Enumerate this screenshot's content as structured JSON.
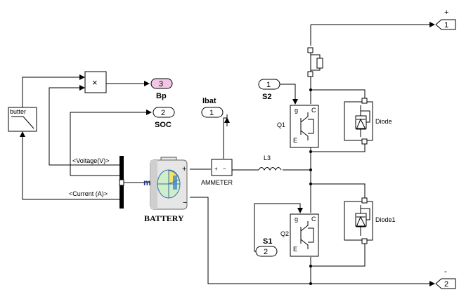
{
  "blocks": {
    "butter": "butter",
    "product_symbol": "×",
    "battery": "BATTERY",
    "battery_m": "m",
    "battery_plus": "+",
    "battery_minus": "−",
    "ammeter": "AMMETER",
    "ammeter_plus": "+",
    "ammeter_minus": "−",
    "inductor": "L3",
    "switch_q1": "Q1",
    "switch_q2": "Q2",
    "diode": "Diode",
    "diode1": "Diode1",
    "pin_g": "g",
    "pin_c": "C",
    "pin_e": "E"
  },
  "bus_signals": {
    "voltage": "<Voltage(V)>",
    "current": "<Current (A)>"
  },
  "ports": {
    "bp": {
      "number": "3",
      "name": "Bp",
      "color": "#f3c6e6"
    },
    "soc": {
      "number": "2",
      "name": "SOC"
    },
    "ibat": {
      "number": "1",
      "name": "Ibat"
    },
    "s2": {
      "number": "1",
      "name": "S2"
    },
    "s1": {
      "number": "2",
      "name": "S1"
    },
    "out_plus": {
      "number": "1",
      "sign": "+"
    },
    "out_minus": {
      "number": "2",
      "sign": "-"
    }
  }
}
